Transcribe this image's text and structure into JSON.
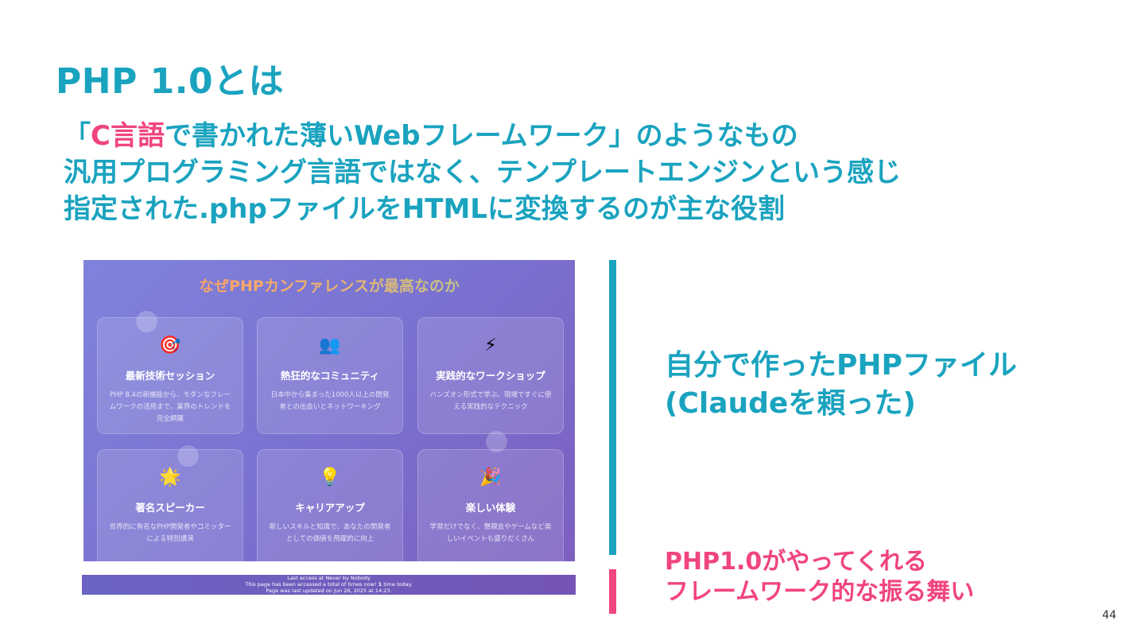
{
  "slide": {
    "title": "PHP 1.0とは",
    "lead": {
      "line1_prefix": "「",
      "line1_highlight": "C言語",
      "line1_suffix": "で書かれた薄いWebフレームワーク」のようなもの",
      "line2": "汎用プログラミング言語ではなく、テンプレートエンジンという感じ",
      "line3": "指定された.phpファイルをHTMLに変換するのが主な役割"
    },
    "side_text": {
      "line1": "自分で作ったPHPファイル",
      "line2": "(Claudeを頼った)"
    },
    "bottom_text": {
      "line1": "PHP1.0がやってくれる",
      "line2": "フレームワーク的な振る舞い"
    },
    "page_number": "44",
    "colors": {
      "teal": "#1aa3bf",
      "pink": "#f0457e"
    }
  },
  "screenshot": {
    "heading": "なぜPHPカンファレンスが最高なのか",
    "cards": [
      {
        "icon": "🎯",
        "icon_name": "target-icon",
        "title": "最新技術セッション",
        "desc": "PHP 8.4の新機能から、モダンなフレームワークの活用まで、業界のトレンドを完全網羅"
      },
      {
        "icon": "👥",
        "icon_name": "people-icon",
        "title": "熱狂的なコミュニティ",
        "desc": "日本中から集まった1000人以上の開発者との出会いとネットワーキング"
      },
      {
        "icon": "⚡",
        "icon_name": "lightning-icon",
        "title": "実践的なワークショップ",
        "desc": "ハンズオン形式で学ぶ、現場ですぐに使える実践的なテクニック"
      },
      {
        "icon": "🌟",
        "icon_name": "star-icon",
        "title": "著名スピーカー",
        "desc": "世界的に有名なPHP開発者やコミッターによる特別講演"
      },
      {
        "icon": "💡",
        "icon_name": "lightbulb-icon",
        "title": "キャリアアップ",
        "desc": "新しいスキルと知識で、あなたの開発者としての価値を飛躍的に向上"
      },
      {
        "icon": "🎉",
        "icon_name": "party-popper-icon",
        "title": "楽しい体験",
        "desc": "学習だけでなく、懇親会やゲームなど楽しいイベントも盛りだくさん"
      }
    ],
    "footer": {
      "line1": "Last access at Never by Nobody",
      "line2_a": "This page has been accessed a total of",
      "line2_b": "times now!",
      "line2_count": "1",
      "line2_c": "time today.",
      "line3": "Page was last updated on Jun 26, 2025 at 14:23."
    }
  }
}
